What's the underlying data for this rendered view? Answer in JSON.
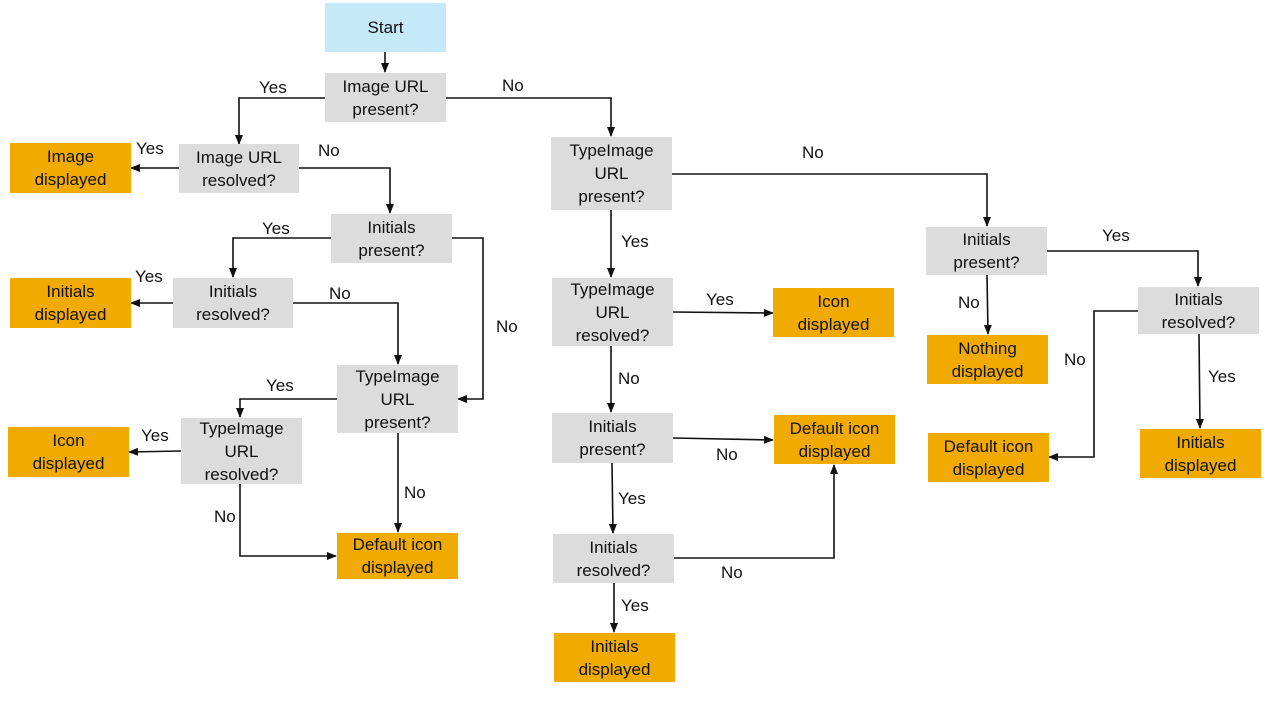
{
  "nodes": {
    "start": "Start",
    "img_present": "Image URL\npresent?",
    "img_resolved": "Image URL\nresolved?",
    "img_displayed": "Image\ndisplayed",
    "ini_present_l": "Initials\npresent?",
    "ini_resolved_l": "Initials\nresolved?",
    "ini_displayed_l": "Initials\ndisplayed",
    "type_present_l": "TypeImage\nURL\npresent?",
    "type_resolved_l": "TypeImage\nURL\nresolved?",
    "icon_displayed_l": "Icon\ndisplayed",
    "default_icon_l": "Default icon\ndisplayed",
    "type_present_m": "TypeImage\nURL\npresent?",
    "type_resolved_m": "TypeImage\nURL\nresolved?",
    "icon_displayed_m": "Icon\ndisplayed",
    "ini_present_m": "Initials\npresent?",
    "default_icon_m": "Default icon\ndisplayed",
    "ini_resolved_m": "Initials\nresolved?",
    "ini_displayed_m": "Initials\ndisplayed",
    "ini_present_r": "Initials\npresent?",
    "nothing_displayed": "Nothing\ndisplayed",
    "ini_resolved_r": "Initials\nresolved?",
    "default_icon_r": "Default icon\ndisplayed",
    "ini_displayed_r": "Initials\ndisplayed"
  },
  "labels": {
    "l1": "Yes",
    "l2": "No",
    "l3": "Yes",
    "l4": "No",
    "l5": "Yes",
    "l6": "No",
    "l7": "Yes",
    "l8": "No",
    "l9": "Yes",
    "l10": "Yes",
    "l11": "No",
    "l12": "No",
    "l13": "No",
    "l14": "Yes",
    "l15": "Yes",
    "l16": "No",
    "l17": "No",
    "l18": "Yes",
    "l19": "No",
    "l20": "Yes",
    "l21": "No",
    "l22": "Yes",
    "l23": "No",
    "l24": "Yes"
  }
}
